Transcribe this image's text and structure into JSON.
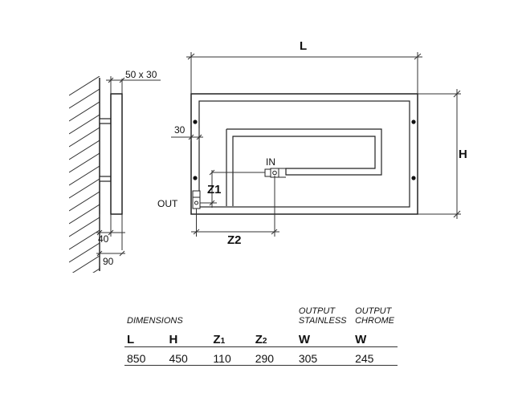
{
  "diagram": {
    "dim_L": "L",
    "dim_H": "H",
    "dim_Z1": "Z1",
    "dim_Z2": "Z2",
    "label_in": "IN",
    "label_out": "OUT",
    "dim_bracket": "50 x 30",
    "dim_offset": "30",
    "dim_40": "40",
    "dim_90": "90"
  },
  "table": {
    "title": "DIMENSIONS",
    "output_stainless_line1": "OUTPUT",
    "output_stainless_line2": "STAINLESS",
    "output_chrome_line1": "OUTPUT",
    "output_chrome_line2": "CHROME",
    "symbols": {
      "L": "L",
      "H": "H",
      "Z": "Z",
      "sub1": "1",
      "sub2": "2",
      "W_stainless": "W",
      "W_chrome": "W"
    },
    "values": {
      "L": "850",
      "H": "450",
      "Z1": "110",
      "Z2": "290",
      "W_stainless": "305",
      "W_chrome": "245"
    }
  }
}
